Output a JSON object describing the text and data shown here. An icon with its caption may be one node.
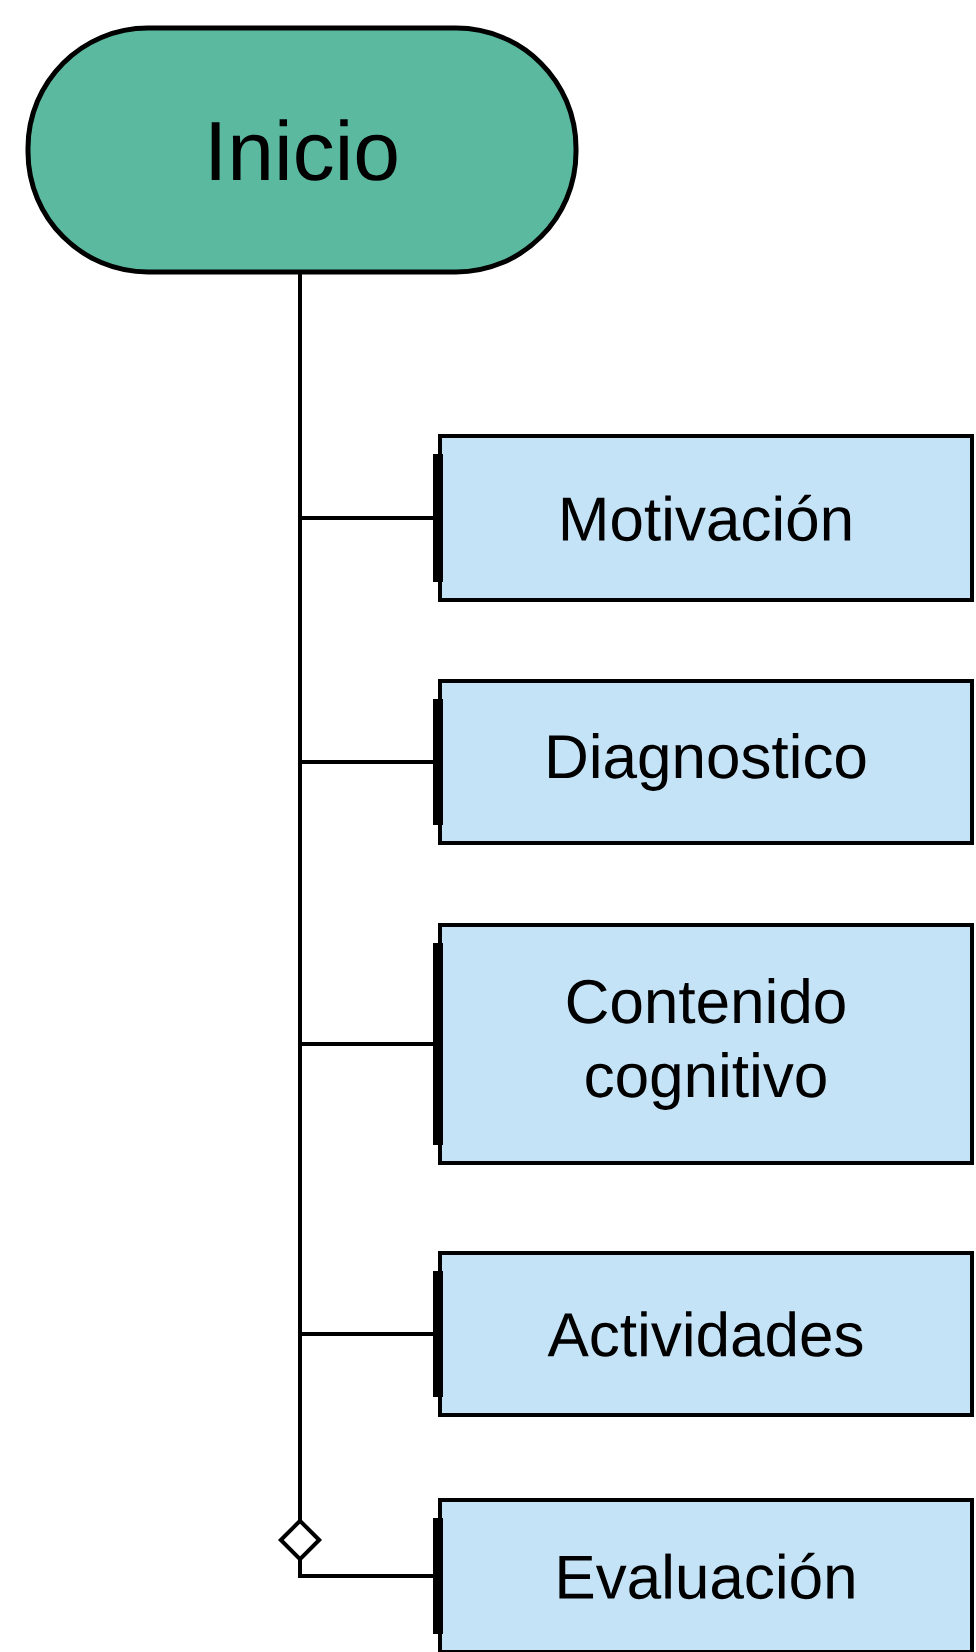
{
  "diagram": {
    "nodes": [
      {
        "text": [
          "Inicio"
        ]
      },
      {
        "text": [
          "Motivación"
        ]
      },
      {
        "text": [
          "Diagnostico"
        ]
      },
      {
        "text": [
          "Contenido cognitivo"
        ]
      },
      {
        "text": [
          "Actividades"
        ]
      },
      {
        "text": [
          "Evaluación"
        ]
      }
    ],
    "edges": [
      {
        "from": 0,
        "to": 1,
        "arrow": "none"
      },
      {
        "from": 0,
        "to": 2,
        "arrow": "none"
      },
      {
        "from": 0,
        "to": 3,
        "arrow": "none"
      },
      {
        "from": 0,
        "to": 4,
        "arrow": "none"
      },
      {
        "from": 0,
        "to": 5,
        "arrow": "none"
      }
    ]
  }
}
